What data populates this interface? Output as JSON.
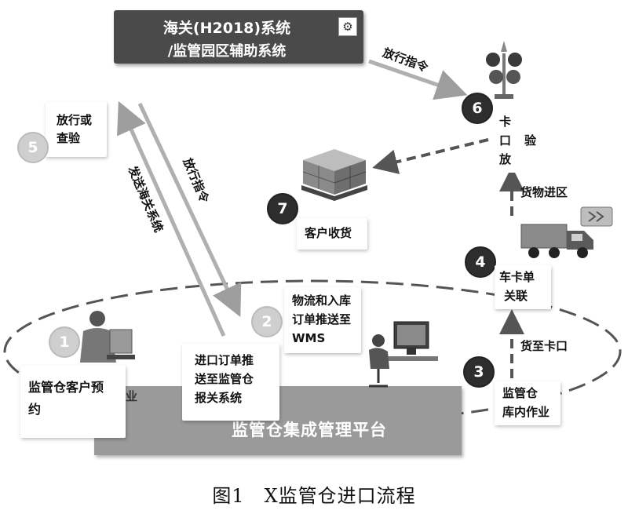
{
  "header": {
    "line1": "海关(H2018)系统",
    "line2": "/监管园区辅助系统"
  },
  "steps": [
    {
      "number": "1",
      "text": "监管仓客户预约"
    },
    {
      "number": "2",
      "text": "物流和入库订单推送至WMS"
    },
    {
      "number": "3",
      "text": "监管仓库内作业"
    },
    {
      "number": "4",
      "text": "车卡单关联"
    },
    {
      "number": "5",
      "text": "放行或查验"
    },
    {
      "number": "6",
      "text": "卡口验放"
    },
    {
      "number": "7",
      "text": "客户收货"
    }
  ],
  "card_texts": {
    "step1_line1": "监管仓客户预",
    "step1_line2": "约",
    "step2_line1": "物流和入库",
    "step2_line2": "订单推送至",
    "step2_line3": "WMS",
    "step3_line1": "监管仓",
    "step3_line2": "库内作业",
    "step4_line1": "车卡单",
    "step4_line2": "关联",
    "step5_line1": "放行或",
    "step5_line2": "查验",
    "step6_ch1": "卡",
    "step6_ch2": "口",
    "step6_ch3": "验",
    "step6_ch4": "放",
    "step7": "客户收货",
    "push_line1": "进口订单推",
    "push_line2": "送至监管仓",
    "push_line3": "报关系统"
  },
  "arrow_labels": {
    "release_top": "放行指令",
    "send_customs": "发送海关系统",
    "release_mid": "放行指令",
    "goods_to_gate": "货至卡口",
    "goods_enter": "货物进区"
  },
  "platform": {
    "label": "监管仓集成管理平台"
  },
  "partial_text": "业",
  "caption": "图1　X监管仓进口流程",
  "icons": [
    "system-icon",
    "traffic-light-icon",
    "pallet-boxes-icon",
    "businessman-icon",
    "computer-operator-icon",
    "truck-icon",
    "card-reader-icon"
  ],
  "colors": {
    "header_bg": "#4a4a4a",
    "circle_dark": "#2e2e2e",
    "circle_light": "#cfcfcf",
    "platform": "#9a9a9a",
    "arrow": "#b0b0b0",
    "dashed": "#555555"
  }
}
